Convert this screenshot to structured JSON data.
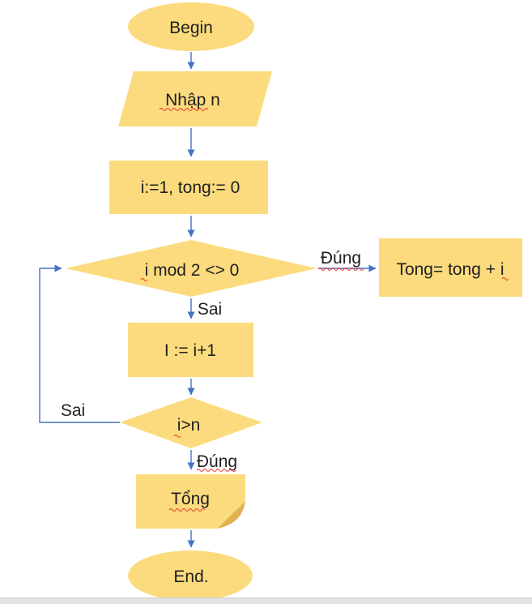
{
  "colors": {
    "shape_fill": "#FBDB7E",
    "fold_fill_light": "#F0C766",
    "fold_fill_dark": "#D9A33F",
    "connector": "#4472C4",
    "text": "#1F1F1F",
    "spellcheck_underline": "#E8392D",
    "bottom_bar": "#E3E3E3"
  },
  "flowchart": {
    "nodes": [
      {
        "id": "begin",
        "type": "terminator",
        "label": "Begin"
      },
      {
        "id": "input-n",
        "type": "data-input-parallelogram",
        "label": "Nhập n"
      },
      {
        "id": "init",
        "type": "process",
        "label": "i:=1, tong:= 0"
      },
      {
        "id": "check-odd",
        "type": "decision",
        "label": "i mod 2 <> 0"
      },
      {
        "id": "add-sum",
        "type": "process",
        "label": "Tong= tong + i"
      },
      {
        "id": "increment",
        "type": "process",
        "label": "I := i+1"
      },
      {
        "id": "check-done",
        "type": "decision",
        "label": "i>n"
      },
      {
        "id": "output-sum",
        "type": "folded-corner-note",
        "label": "Tổng"
      },
      {
        "id": "end",
        "type": "terminator",
        "label": "End."
      }
    ],
    "edges": [
      {
        "from": "begin",
        "to": "input-n",
        "label": ""
      },
      {
        "from": "input-n",
        "to": "init",
        "label": ""
      },
      {
        "from": "init",
        "to": "check-odd",
        "label": ""
      },
      {
        "from": "check-odd",
        "to": "add-sum",
        "label": "Đúng"
      },
      {
        "from": "check-odd",
        "to": "increment",
        "label": "Sai"
      },
      {
        "from": "increment",
        "to": "check-done",
        "label": ""
      },
      {
        "from": "check-done",
        "to": "check-odd",
        "label": "Sai"
      },
      {
        "from": "check-done",
        "to": "output-sum",
        "label": "Đúng"
      },
      {
        "from": "output-sum",
        "to": "end",
        "label": ""
      }
    ]
  }
}
